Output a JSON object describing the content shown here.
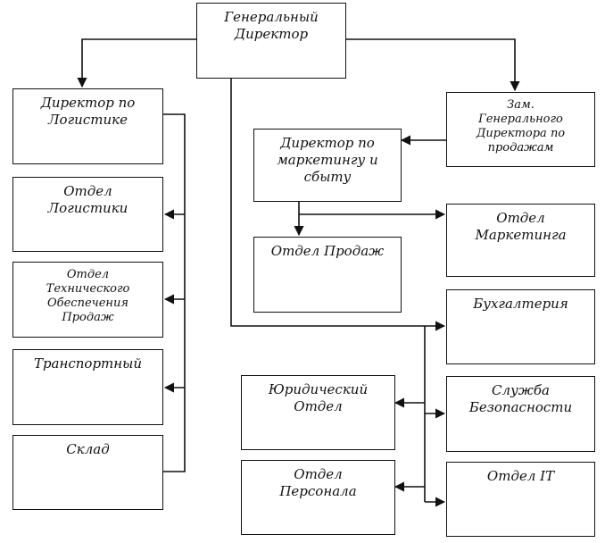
{
  "diagram": {
    "type": "org-chart",
    "nodes": {
      "ceo": "Генеральный\nДиректор",
      "logistics_director": "Директор по\nЛогистике",
      "deputy_sales": "Зам.\nГенерального\nДиректора по\nпродажам",
      "marketing_director": "Директор по\nмаркетингу и\nсбыту",
      "logistics_dept": "Отдел\nЛогистики",
      "tech_support_dept": "Отдел\nТехнического\nОбеспечения\nПродаж",
      "transport": "Транспортный",
      "warehouse": "Склад",
      "sales_dept": "Отдел Продаж",
      "marketing_dept": "Отдел\nМаркетинга",
      "accounting": "Бухгалтерия",
      "legal_dept": "Юридический\nОтдел",
      "security": "Служба\nБезопасности",
      "hr_dept": "Отдел\nПерсонала",
      "it_dept": "Отдел IT"
    },
    "edges": [
      [
        "ceo",
        "logistics_director"
      ],
      [
        "ceo",
        "deputy_sales"
      ],
      [
        "deputy_sales",
        "marketing_director"
      ],
      [
        "marketing_director",
        "sales_dept"
      ],
      [
        "marketing_director",
        "marketing_dept"
      ],
      [
        "logistics_director",
        "logistics_dept"
      ],
      [
        "logistics_director",
        "tech_support_dept"
      ],
      [
        "logistics_director",
        "transport"
      ],
      [
        "logistics_director",
        "warehouse"
      ],
      [
        "ceo",
        "accounting"
      ],
      [
        "ceo",
        "legal_dept"
      ],
      [
        "ceo",
        "security"
      ],
      [
        "ceo",
        "hr_dept"
      ],
      [
        "ceo",
        "it_dept"
      ]
    ]
  }
}
